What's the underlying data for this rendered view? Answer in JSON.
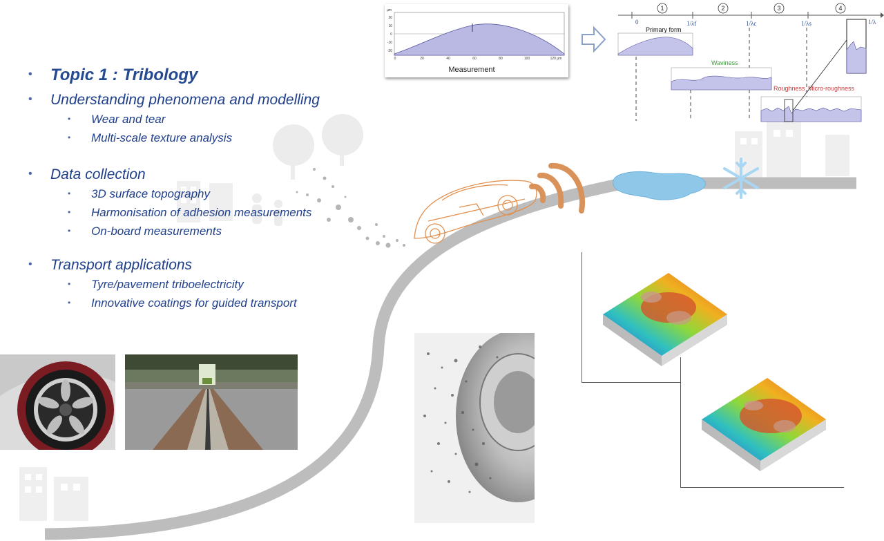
{
  "topic_title": "Topic 1 : Tribology",
  "sections": [
    {
      "label": "Understanding phenomena and modelling",
      "items": [
        "Wear and tear",
        "Multi-scale texture analysis"
      ]
    },
    {
      "label": "Data collection",
      "items": [
        "3D surface topography",
        "Harmonisation of adhesion measurements",
        "On-board measurements"
      ]
    },
    {
      "label": "Transport applications",
      "items": [
        "Tyre/pavement triboelectricity",
        "Innovative coatings for guided transport"
      ]
    }
  ],
  "measurement_chart": {
    "caption": "Measurement",
    "y_unit": "µm",
    "y_ticks": [
      "20",
      "10",
      "0",
      "-10",
      "-20"
    ],
    "x_ticks": [
      "0",
      "20",
      "40",
      "60",
      "80",
      "100",
      "120 µm"
    ]
  },
  "decomposition": {
    "zones": [
      "1",
      "2",
      "3",
      "4"
    ],
    "cutoffs": [
      "0",
      "1/λf",
      "1/λc",
      "1/λs",
      "1/λ"
    ],
    "labels": {
      "primary": "Primary form",
      "waviness": "Waviness",
      "roughness": "Roughness",
      "micro": "Micro-roughness"
    }
  },
  "colors": {
    "text": "#1f3f8a",
    "road": "#bdbdbd",
    "signal": "#d9935a",
    "water": "#8ec7e8",
    "snow": "#a9d6f2",
    "green_label": "#3a9a3a",
    "red_label": "#c83a3a"
  },
  "icons": [
    "arrow-right-icon",
    "snowflake-icon",
    "tree-icon",
    "building-icon",
    "person-icon",
    "car-icon",
    "signal-waves-icon",
    "water-puddle-icon"
  ]
}
